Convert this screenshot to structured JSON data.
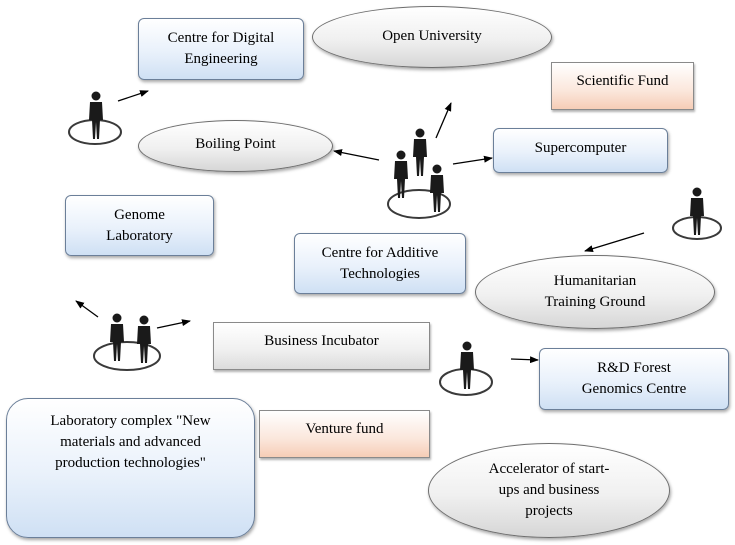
{
  "nodes": {
    "digital_engineering": "Centre for Digital\nEngineering",
    "open_university": "Open University",
    "scientific_fund": "Scientific Fund",
    "boiling_point": "Boiling Point",
    "supercomputer": "Supercomputer",
    "genome_laboratory": "Genome\nLaboratory",
    "additive_technologies": "Centre for Additive\nTechnologies",
    "humanitarian_training": "Humanitarian\nTraining Ground",
    "business_incubator": "Business Incubator",
    "forest_genomics": "R&D Forest\nGenomics Centre",
    "lab_complex": "Laboratory complex \"New\nmaterials and advanced\nproduction technologies\"",
    "venture_fund": "Venture fund",
    "accelerator": "Accelerator of start-\nups and business\nprojects"
  },
  "colors": {
    "box_blue": "#cfe0f4",
    "box_orange": "#f6cdb6",
    "box_gray": "#dcdcdc",
    "ellipse_fill": "#d6d6d6",
    "figure": "#1a1a1a",
    "arrow": "#000000"
  },
  "icons": [
    "person-icon",
    "people-group-icon",
    "arrow-icon"
  ]
}
